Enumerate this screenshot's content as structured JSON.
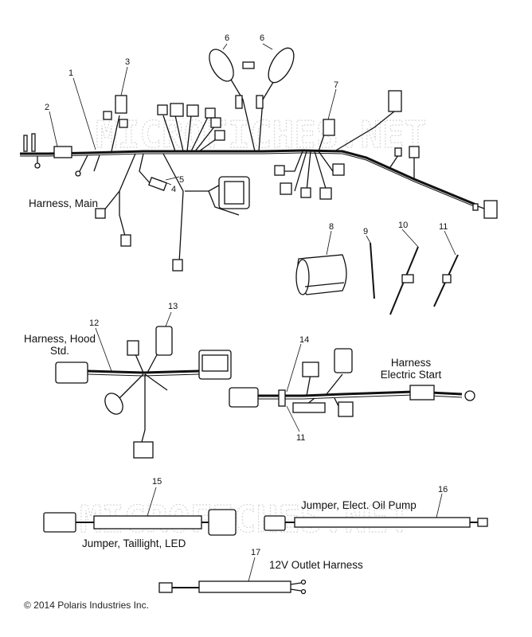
{
  "watermark": "MICROFICHES.NET",
  "labels": {
    "harness_main": "Harness, Main",
    "harness_hood_line1": "Harness, Hood",
    "harness_hood_line2": "Std.",
    "harness_es_line1": "Harness",
    "harness_es_line2": "Electric Start",
    "jumper_taillight": "Jumper, Taillight, LED",
    "jumper_oil_pump": "Jumper, Elect. Oil Pump",
    "outlet_harness": "12V Outlet Harness"
  },
  "callouts": {
    "c1": "1",
    "c2": "2",
    "c3": "3",
    "c4": "4",
    "c5": "5",
    "c6a": "6",
    "c6b": "6",
    "c7": "7",
    "c8": "8",
    "c9": "9",
    "c10": "10",
    "c11a": "11",
    "c11b": "11",
    "c12": "12",
    "c13": "13",
    "c14": "14",
    "c15": "15",
    "c16": "16",
    "c17": "17"
  },
  "copyright": "© 2014 Polaris Industries Inc."
}
